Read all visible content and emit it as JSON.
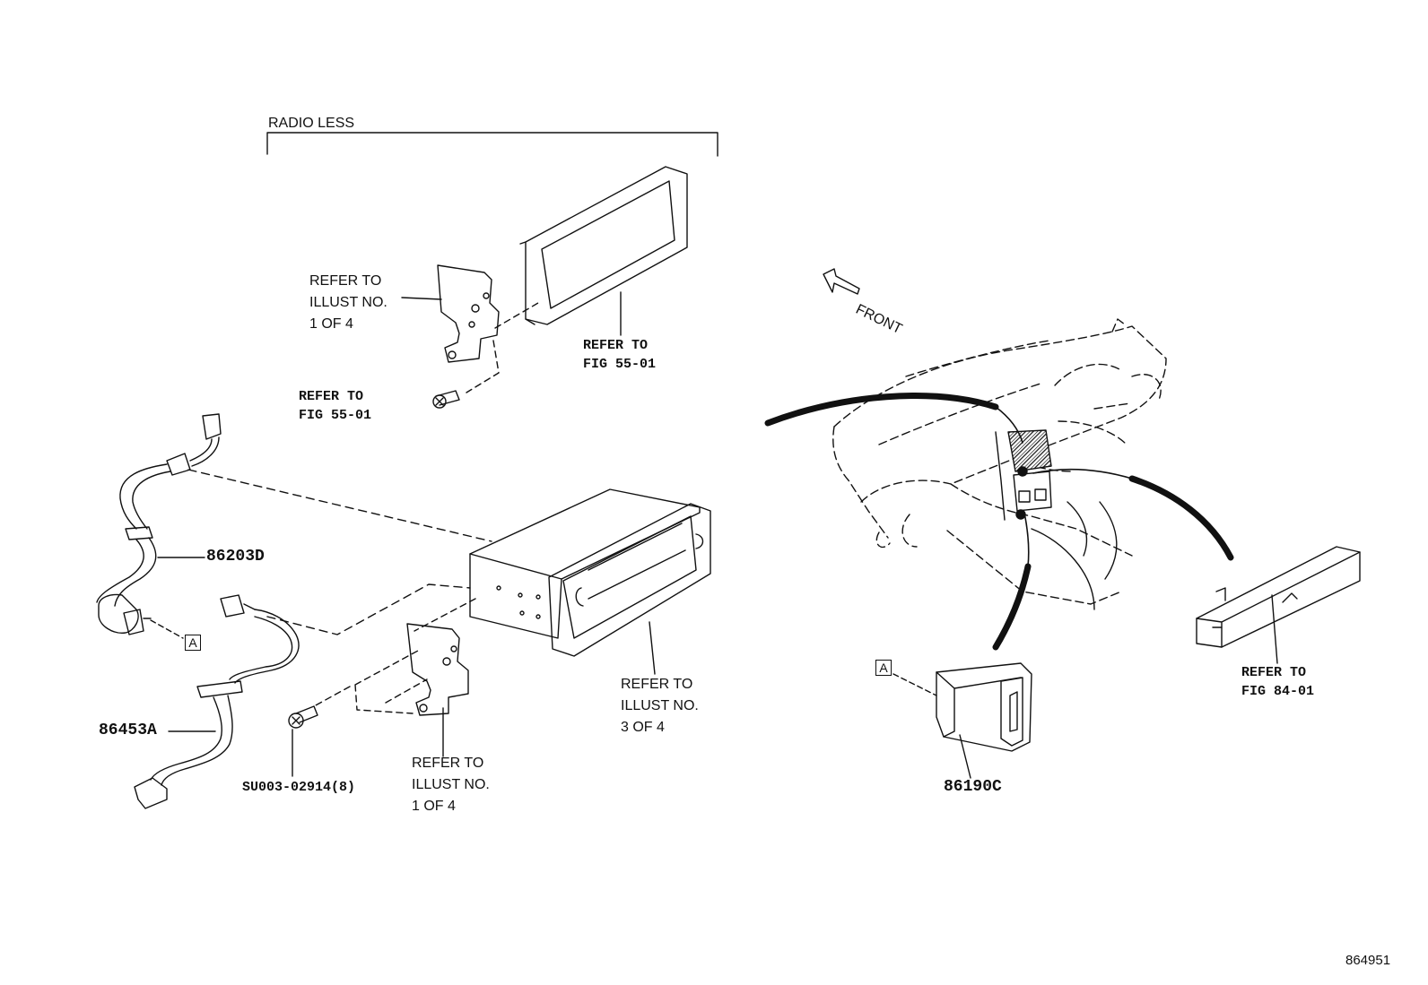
{
  "labels": {
    "radio_less": "RADIO LESS",
    "front": "FRONT",
    "refer_illust_1_top": [
      "REFER TO",
      "ILLUST NO.",
      "1 OF 4"
    ],
    "refer_fig_55_01_panel": [
      "REFER TO",
      "FIG 55-01"
    ],
    "refer_fig_55_01_screw": [
      "REFER TO",
      "FIG 55-01"
    ],
    "refer_illust_3": [
      "REFER TO",
      "ILLUST NO.",
      "3 OF 4"
    ],
    "refer_illust_1_bottom": [
      "REFER TO",
      "ILLUST NO.",
      "1 OF 4"
    ],
    "refer_fig_84_01": [
      "REFER TO",
      "FIG 84-01"
    ]
  },
  "parts": {
    "p86203D": "86203D",
    "p86453A": "86453A",
    "screw": "SU003-02914(8)",
    "p86190C": "86190C"
  },
  "markers": {
    "a_left": "A",
    "a_right": "A"
  },
  "diagram_id": "864951"
}
